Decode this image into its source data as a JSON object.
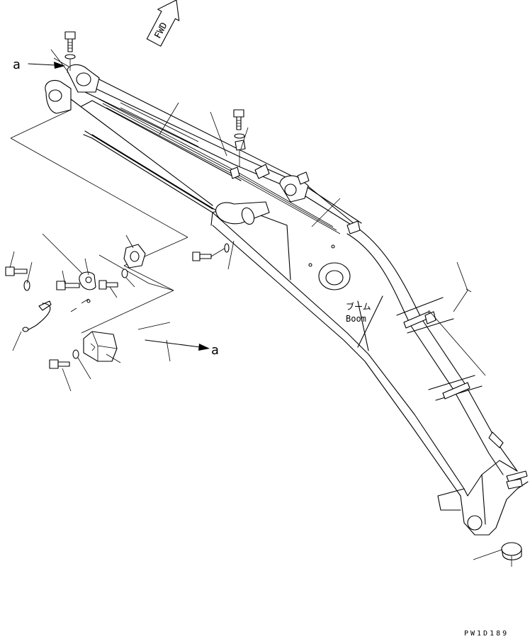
{
  "direction_arrow": {
    "label": "FWD"
  },
  "callouts": [
    {
      "id": "top-a",
      "label": "a"
    },
    {
      "id": "lower-a",
      "label": "a"
    }
  ],
  "boom_label": {
    "jp": "ブーム",
    "en": "Boom"
  },
  "drawing_code": "PW1D189",
  "leader_count": 22
}
